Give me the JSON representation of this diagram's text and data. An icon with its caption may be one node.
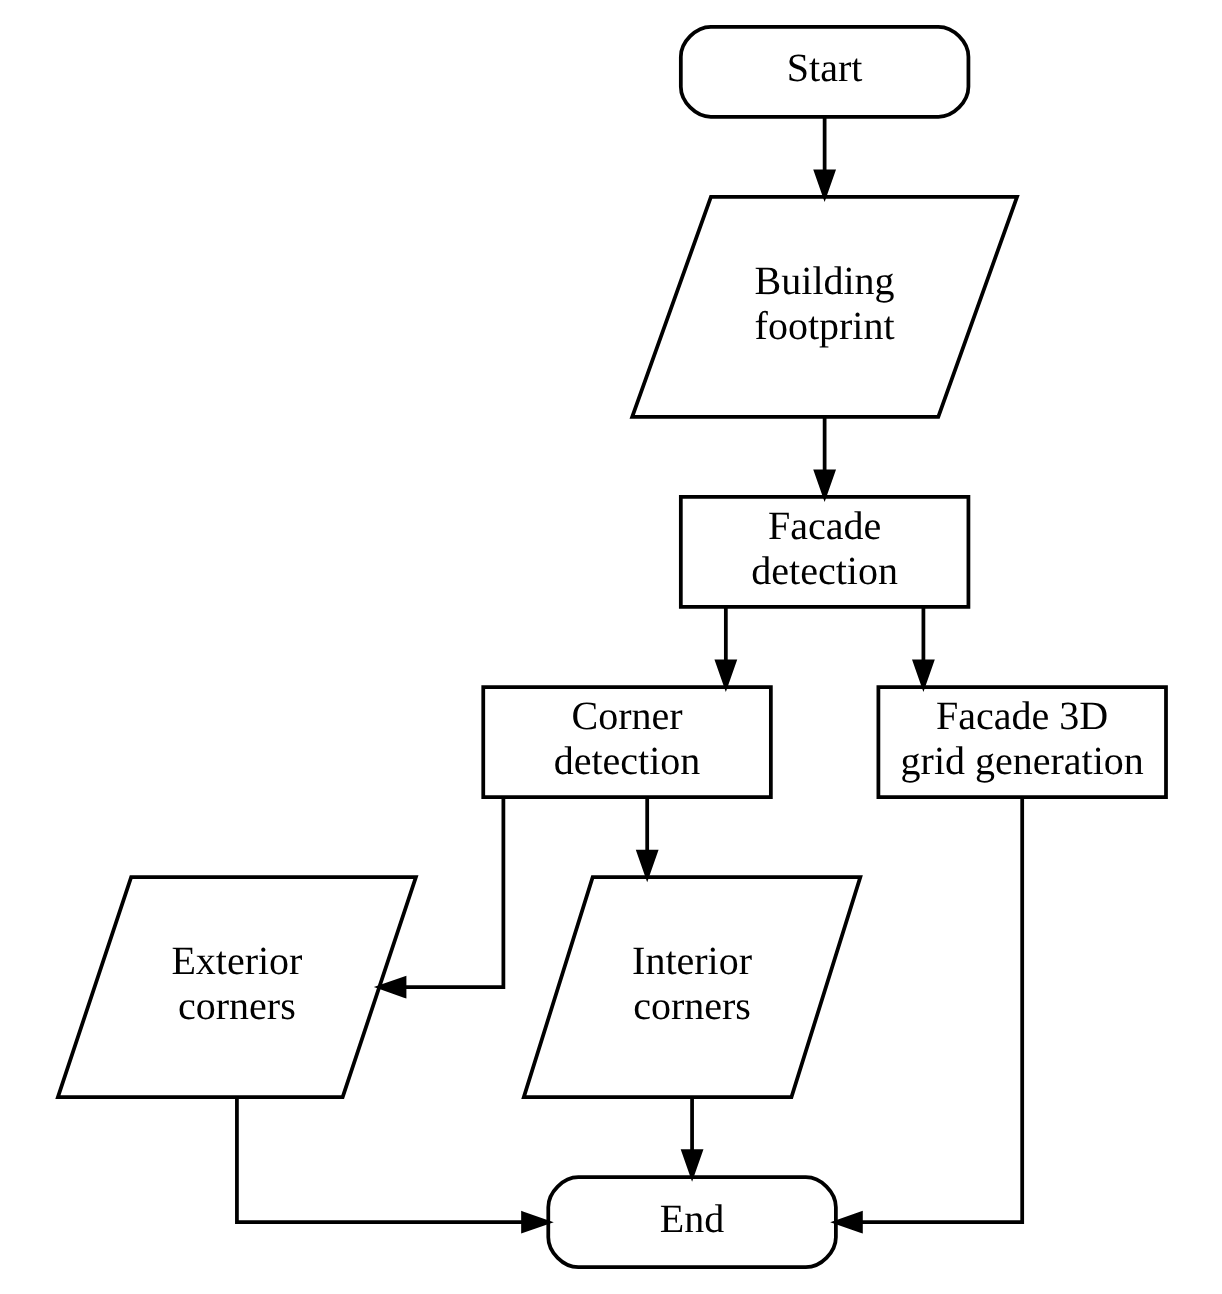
{
  "diagram": {
    "nodes": [
      {
        "text": [
          "Start"
        ]
      },
      {
        "text": [
          "Building footprint"
        ]
      },
      {
        "text": [
          "Facade detection"
        ]
      },
      {
        "text": [
          "Corner detection"
        ]
      },
      {
        "text": [
          "Facade 3D grid generation"
        ]
      },
      {
        "text": [
          "Exterior corners"
        ]
      },
      {
        "text": [
          "Interior corners"
        ]
      },
      {
        "text": [
          "End"
        ]
      }
    ],
    "edges": [
      {
        "from": 0,
        "to": 1,
        "arrow": "to"
      },
      {
        "from": 1,
        "to": 2,
        "arrow": "to"
      },
      {
        "from": 2,
        "to": 3,
        "arrow": "to"
      },
      {
        "from": 2,
        "to": 4,
        "arrow": "to"
      },
      {
        "from": 3,
        "to": 5,
        "arrow": "to"
      },
      {
        "from": 3,
        "to": 6,
        "arrow": "to"
      },
      {
        "from": 5,
        "to": 7,
        "arrow": "to"
      },
      {
        "from": 6,
        "to": 7,
        "arrow": "to"
      },
      {
        "from": 4,
        "to": 7,
        "arrow": "to"
      }
    ]
  }
}
